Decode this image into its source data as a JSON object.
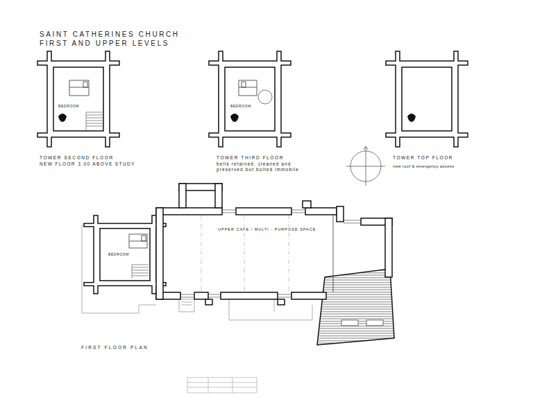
{
  "diagram": {
    "title": "SAINT CATHERINES CHURCH FIRST AND UPPER LEVELS",
    "labels": [
      "TOWER SECOND FLOOR",
      "NEW FLOOR 3.00 ABOVE STUDY",
      "BEDROOM",
      "TOWER THIRD FLOOR",
      "bells retained, cleaned and preserved but bolted immobile",
      "BEDROOM",
      "TOWER TOP FLOOR",
      "new roof & emergency access",
      "UPPER CAFE / MULTI - PURPOSE SPACE",
      "BEDROOM",
      "FIRST FLOOR PLAN"
    ]
  }
}
